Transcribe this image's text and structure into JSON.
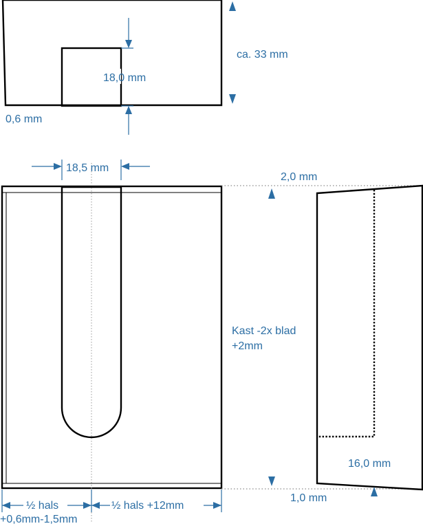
{
  "top_view": {
    "height_label": "ca. 33 mm",
    "neck_width_label": "18,0 mm",
    "wall_label": "0,6 mm"
  },
  "front_view": {
    "slot_width_label": "18,5 mm",
    "left_bottom_label_line1": "½ hals",
    "left_bottom_label_line2": "+0,6mm-1,5mm",
    "right_bottom_label": "½ hals +12mm",
    "side_label_line1": "Kast -2x blad",
    "side_label_line2": "+2mm"
  },
  "side_view": {
    "top_label": "2,0 mm",
    "bottom_label": "1,0 mm",
    "inner_label": "16,0 mm"
  },
  "colors": {
    "dimension": "#2c6ea4",
    "outline": "#000000"
  }
}
